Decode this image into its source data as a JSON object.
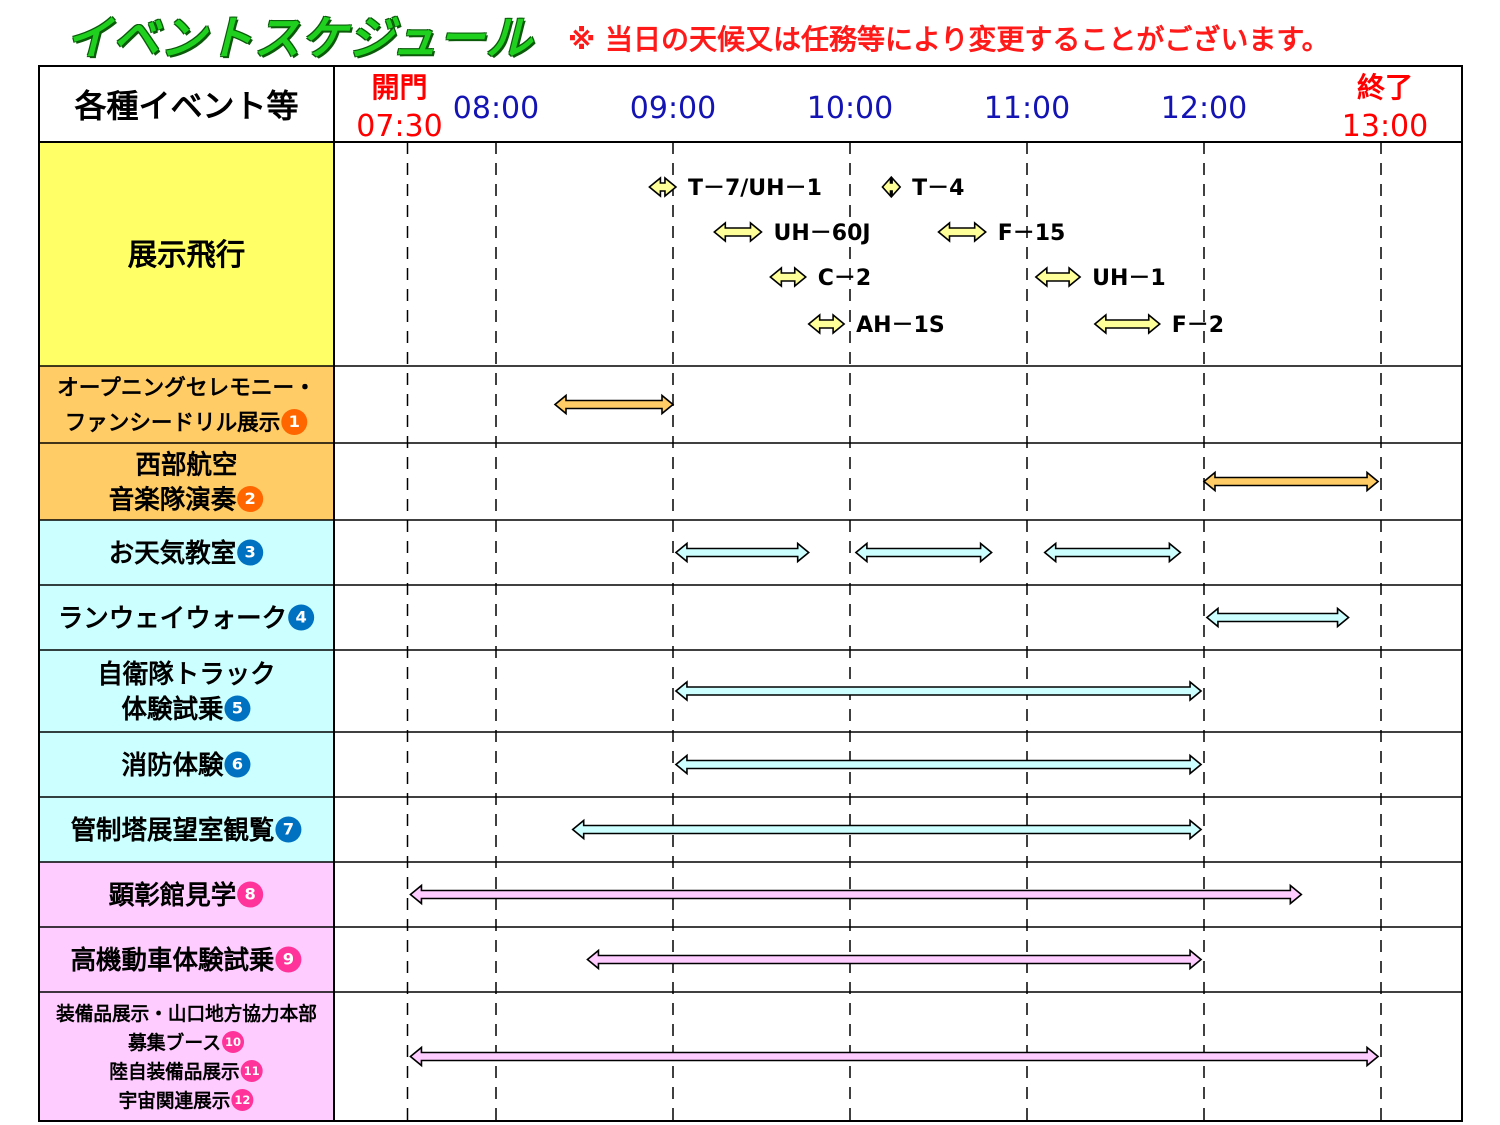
{
  "title": "イベントスケジュール",
  "notice": "※ 当日の天候又は任務等により変更することがございます。",
  "header": {
    "label": "各種イベント等",
    "times": [
      {
        "label": "開門",
        "time": "07:30",
        "minute": 450,
        "color": "#ff0000"
      },
      {
        "time": "08:00",
        "minute": 480,
        "color": "#1414b4"
      },
      {
        "time": "09:00",
        "minute": 540,
        "color": "#1414b4"
      },
      {
        "time": "10:00",
        "minute": 600,
        "color": "#1414b4"
      },
      {
        "time": "11:00",
        "minute": 660,
        "color": "#1414b4"
      },
      {
        "time": "12:00",
        "minute": 720,
        "color": "#1414b4"
      },
      {
        "label": "終了",
        "time": "13:00",
        "minute": 780,
        "color": "#ff0000"
      }
    ]
  },
  "colors": {
    "yellow": "#ffff66",
    "orange": "#ffcc66",
    "cyan": "#ccffff",
    "pink": "#ffccff",
    "arrow_yellow": "#ffff99",
    "arrow_orange": "#ffcc66",
    "arrow_cyan": "#ccffff",
    "arrow_pink": "#ffccff",
    "badge_orange": "#ff6600",
    "badge_blue": "#0070c0",
    "badge_pink": "#ff3399"
  },
  "flights": [
    {
      "name": "T－7/UH－1",
      "start": 532,
      "end": 541
    },
    {
      "name": "T－4",
      "start": 611,
      "end": 617
    },
    {
      "name": "UH－60J",
      "start": 554,
      "end": 570
    },
    {
      "name": "F－15",
      "start": 630,
      "end": 646
    },
    {
      "name": "C－2",
      "start": 573,
      "end": 585
    },
    {
      "name": "UH－1",
      "start": 663,
      "end": 678
    },
    {
      "name": "AH－1S",
      "start": 586,
      "end": 598
    },
    {
      "name": "F－2",
      "start": 683,
      "end": 705
    }
  ],
  "rows": [
    {
      "lines": [
        "展示飛行"
      ],
      "badge": "",
      "fill": "yellow",
      "arrow": "arrow_yellow",
      "badge_color": "badge_orange",
      "spans": []
    },
    {
      "lines": [
        "オープニングセレモニー・",
        "ファンシードリル展示"
      ],
      "badge": "1",
      "fill": "orange",
      "arrow": "arrow_orange",
      "badge_color": "badge_orange",
      "spans": [
        [
          500,
          540
        ]
      ]
    },
    {
      "lines": [
        "西部航空",
        "音楽隊演奏"
      ],
      "badge": "2",
      "fill": "orange",
      "arrow": "arrow_orange",
      "badge_color": "badge_orange",
      "spans": [
        [
          720,
          779
        ]
      ]
    },
    {
      "lines": [
        "お天気教室"
      ],
      "badge": "3",
      "fill": "cyan",
      "arrow": "arrow_cyan",
      "badge_color": "badge_blue",
      "spans": [
        [
          541,
          586
        ],
        [
          602,
          648
        ],
        [
          666,
          712
        ]
      ]
    },
    {
      "lines": [
        "ランウェイウォーク"
      ],
      "badge": "4",
      "fill": "cyan",
      "arrow": "arrow_cyan",
      "badge_color": "badge_blue",
      "spans": [
        [
          721,
          769
        ]
      ]
    },
    {
      "lines": [
        "自衛隊トラック",
        "体験試乗"
      ],
      "badge": "5",
      "fill": "cyan",
      "arrow": "arrow_cyan",
      "badge_color": "badge_blue",
      "spans": [
        [
          541,
          719
        ]
      ]
    },
    {
      "lines": [
        "消防体験"
      ],
      "badge": "6",
      "fill": "cyan",
      "arrow": "arrow_cyan",
      "badge_color": "badge_blue",
      "spans": [
        [
          541,
          719
        ]
      ]
    },
    {
      "lines": [
        "管制塔展望室観覧"
      ],
      "badge": "7",
      "fill": "cyan",
      "arrow": "arrow_cyan",
      "badge_color": "badge_blue",
      "spans": [
        [
          506,
          719
        ]
      ]
    },
    {
      "lines": [
        "顕彰館見学"
      ],
      "badge": "8",
      "fill": "pink",
      "arrow": "arrow_pink",
      "badge_color": "badge_pink",
      "spans": [
        [
          451,
          753
        ]
      ]
    },
    {
      "lines": [
        "高機動車体験試乗"
      ],
      "badge": "9",
      "fill": "pink",
      "arrow": "arrow_pink",
      "badge_color": "badge_pink",
      "spans": [
        [
          511,
          719
        ]
      ]
    },
    {
      "lines": [
        "装備品展示・山口地方協力本部",
        "募集ブース",
        "陸自装備品展示",
        "宇宙関連展示"
      ],
      "badges": [
        "",
        "10",
        "11",
        "12"
      ],
      "fill": "pink",
      "arrow": "arrow_pink",
      "badge_color": "badge_pink",
      "spans": [
        [
          451,
          779
        ]
      ]
    }
  ]
}
